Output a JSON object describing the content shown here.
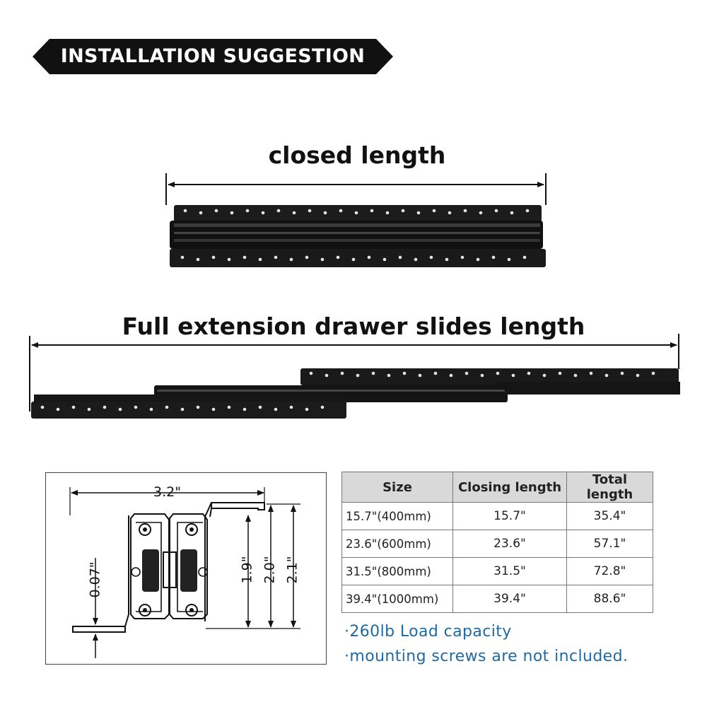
{
  "banner": {
    "title": "INSTALLATION SUGGESTION"
  },
  "closed": {
    "label": "closed length"
  },
  "full": {
    "label": "Full extension drawer slides length"
  },
  "diagram": {
    "width_label": "3.2\"",
    "gap_label": "0.07\"",
    "height1_label": "1.9\"",
    "height2_label": "2.0\"",
    "height3_label": "2.1\""
  },
  "table": {
    "headers": [
      "Size",
      "Closing length",
      "Total length"
    ],
    "rows": [
      [
        "15.7\"(400mm)",
        "15.7\"",
        "35.4\""
      ],
      [
        "23.6\"(600mm)",
        "23.6\"",
        "57.1\""
      ],
      [
        "31.5\"(800mm)",
        "31.5\"",
        "72.8\""
      ],
      [
        "39.4\"(1000mm)",
        "39.4\"",
        "88.6\""
      ]
    ]
  },
  "notes": {
    "load": "·260lb Load capacity",
    "screws": "·mounting screws are not included."
  },
  "colors": {
    "banner": "#111111",
    "note": "#1f6aa5",
    "header_bg": "#d9d9d9"
  }
}
